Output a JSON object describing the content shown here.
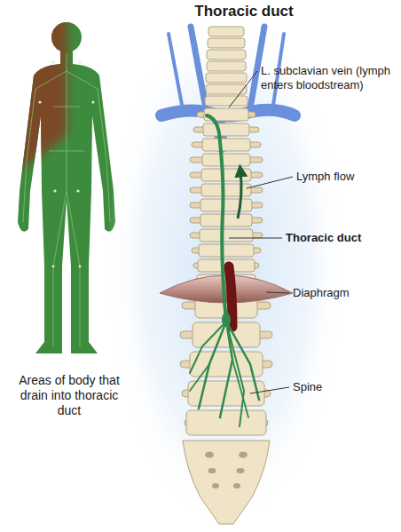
{
  "diagram": {
    "title": "Thoracic duct",
    "labels": [
      "L. subclavian vein (lymph enters bloodstream)",
      "Lymph flow",
      "Thoracic duct",
      "Diaphragm",
      "Spine",
      "Areas of body that drain into thoracic duct"
    ]
  }
}
